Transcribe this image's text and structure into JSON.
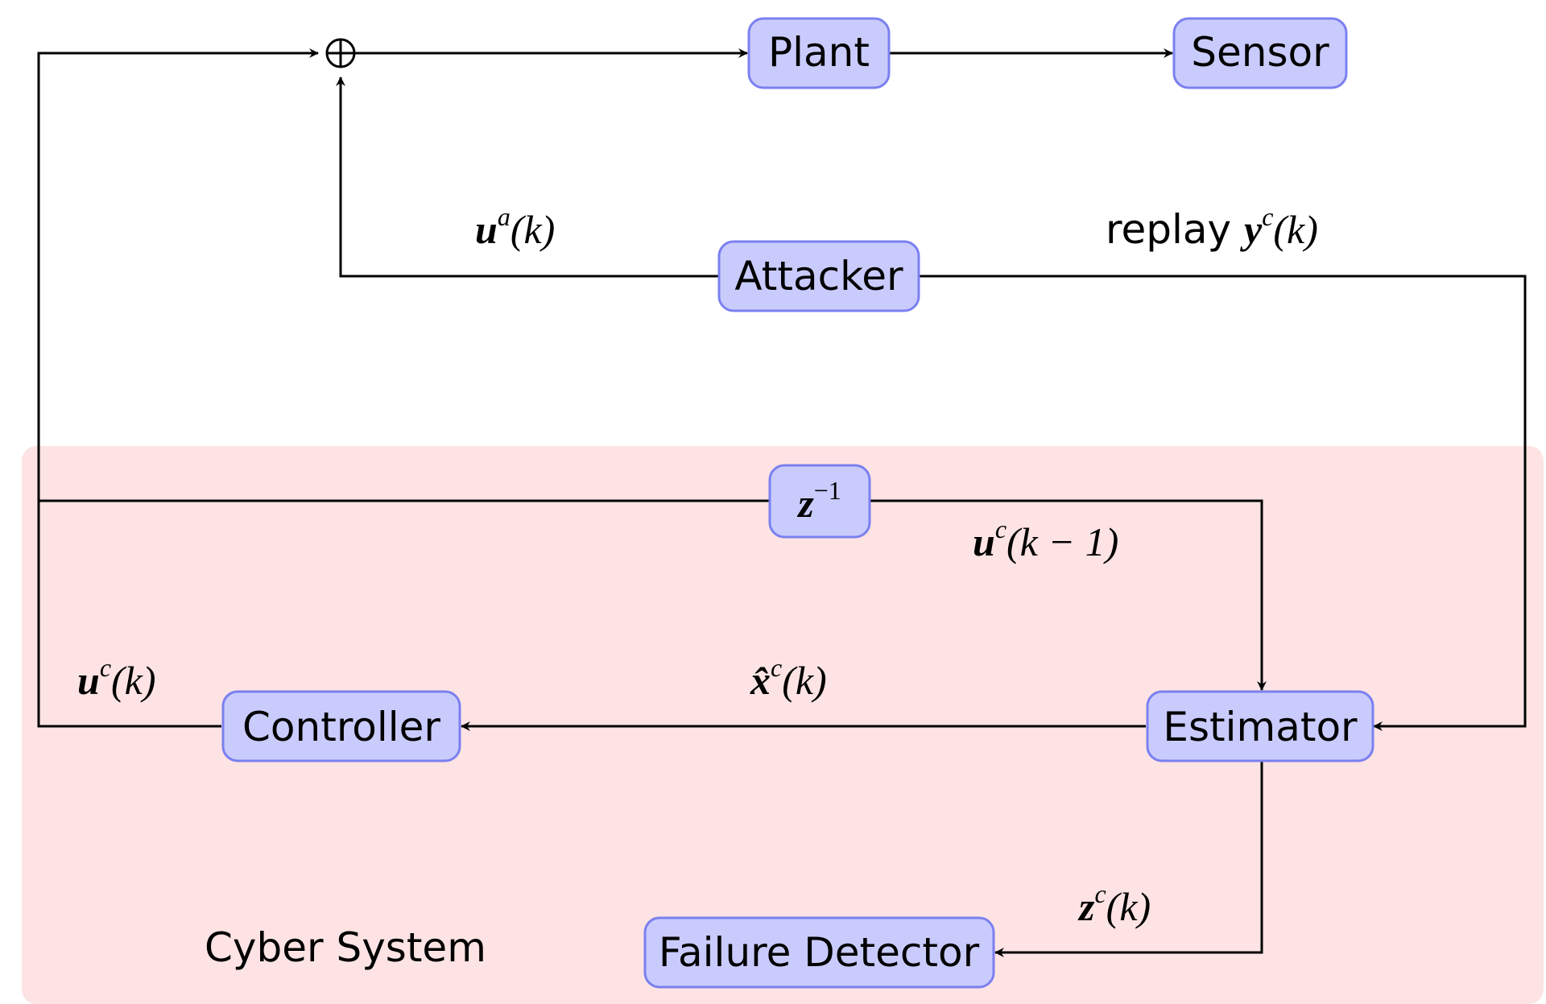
{
  "region": {
    "label": "Cyber System",
    "fill": "#fde3e3"
  },
  "colors": {
    "block_fill": "#c9cbfc",
    "block_stroke": "#7b80f0",
    "line": "#000000"
  },
  "blocks": {
    "plant": "Plant",
    "sensor": "Sensor",
    "attacker": "Attacker",
    "delay": {
      "base": "z",
      "exp": "−1"
    },
    "controller": "Controller",
    "estimator": "Estimator",
    "failure_detector": "Failure Detector"
  },
  "summing_junction": {
    "symbol": "⊕"
  },
  "signals": {
    "attack_input": {
      "base": "u",
      "sup": "a",
      "arg": "(k)"
    },
    "replay": {
      "prefix": "replay ",
      "base": "y",
      "sup": "c",
      "arg": "(k)"
    },
    "delayed_control": {
      "base": "u",
      "sup": "c",
      "arg": "(k − 1)"
    },
    "state_estimate": {
      "base": "x̂",
      "sup": "c",
      "arg": "(k)"
    },
    "control_output": {
      "base": "u",
      "sup": "c",
      "arg": "(k)"
    },
    "residual": {
      "base": "z",
      "sup": "c",
      "arg": "(k)"
    }
  }
}
